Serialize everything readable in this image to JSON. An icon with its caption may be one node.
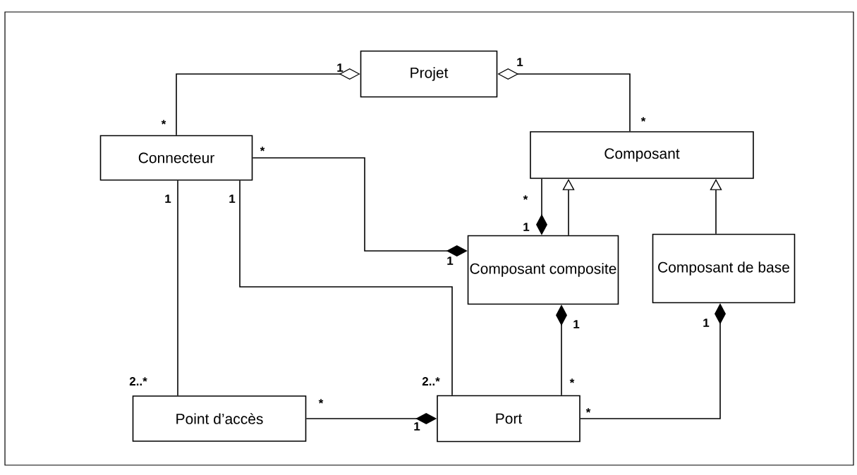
{
  "diagram": {
    "nodes": [
      {
        "text": [
          "Projet"
        ]
      },
      {
        "text": [
          "Connecteur"
        ]
      },
      {
        "text": [
          "Composant"
        ]
      },
      {
        "text": [
          "Composant composite"
        ]
      },
      {
        "text": [
          "Composant de base"
        ]
      },
      {
        "text": [
          "Point d’accès"
        ]
      },
      {
        "text": [
          "Port"
        ]
      }
    ],
    "edges": [
      {
        "from": 1,
        "to": 0,
        "arrow": "other"
      },
      {
        "from": 2,
        "to": 0,
        "arrow": "other"
      },
      {
        "from": 1,
        "to": 3,
        "arrow": "other"
      },
      {
        "from": 2,
        "to": 3,
        "arrow": "other"
      },
      {
        "from": 3,
        "to": 2,
        "arrow": "to"
      },
      {
        "from": 4,
        "to": 2,
        "arrow": "to"
      },
      {
        "from": 5,
        "to": 1,
        "arrow": "none"
      },
      {
        "from": 6,
        "to": 1,
        "arrow": "none"
      },
      {
        "from": 5,
        "to": 6,
        "arrow": "other"
      },
      {
        "from": 6,
        "to": 3,
        "arrow": "other"
      },
      {
        "from": 6,
        "to": 4,
        "arrow": "other"
      }
    ],
    "labels": [
      "1",
      "1",
      "*",
      "*",
      "*",
      "1",
      "*",
      "1",
      "1",
      "1",
      "1",
      "1",
      "2..*",
      "2..*",
      "*",
      "*",
      "*",
      "1"
    ]
  }
}
